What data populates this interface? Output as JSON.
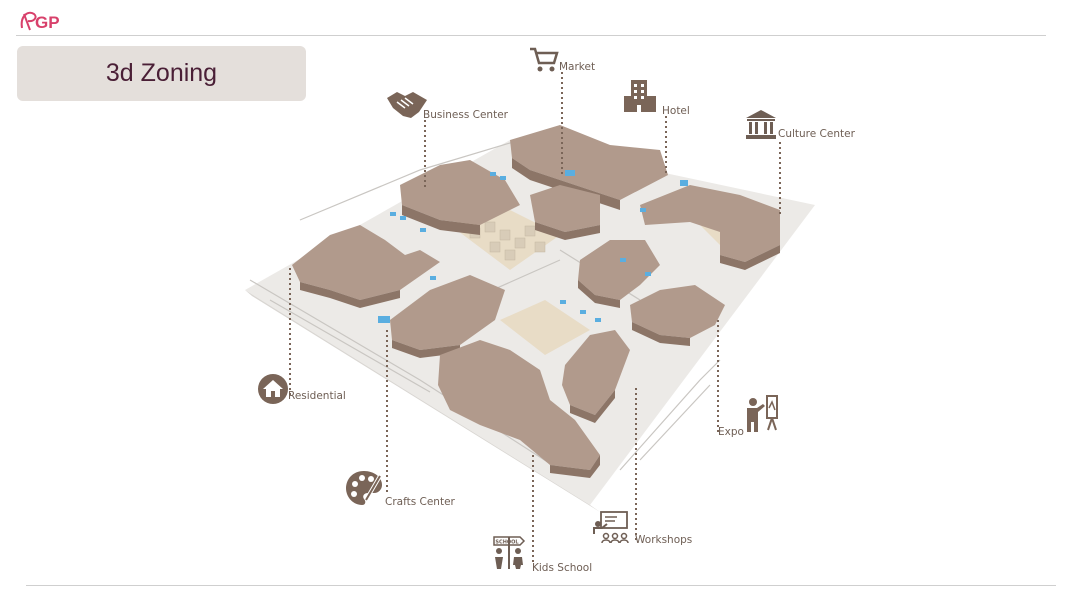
{
  "brand": {
    "logo_text": "GP",
    "logo_accent": "#d8406b"
  },
  "header": {
    "title": "3d Zoning"
  },
  "colors": {
    "building": "#b19a8c",
    "building_dark": "#8c7567",
    "ground": "#eceae7",
    "label": "#6e5e54",
    "water": "#5aaee0",
    "plaza": "#e8dcc6"
  },
  "zones": [
    {
      "id": "market",
      "label": "Market",
      "icon": "cart-icon"
    },
    {
      "id": "business",
      "label": "Business Center",
      "icon": "handshake-icon"
    },
    {
      "id": "hotel",
      "label": "Hotel",
      "icon": "hotel-building-icon"
    },
    {
      "id": "culture",
      "label": "Culture Center",
      "icon": "museum-icon"
    },
    {
      "id": "residential",
      "label": "Residential",
      "icon": "house-icon"
    },
    {
      "id": "expo",
      "label": "Expo",
      "icon": "presenter-icon"
    },
    {
      "id": "crafts",
      "label": "Crafts Center",
      "icon": "palette-icon"
    },
    {
      "id": "workshops",
      "label": "Workshops",
      "icon": "classroom-icon"
    },
    {
      "id": "school",
      "label": "Kids School",
      "icon": "school-sign-icon",
      "sign_text": "SCHOOL"
    }
  ]
}
